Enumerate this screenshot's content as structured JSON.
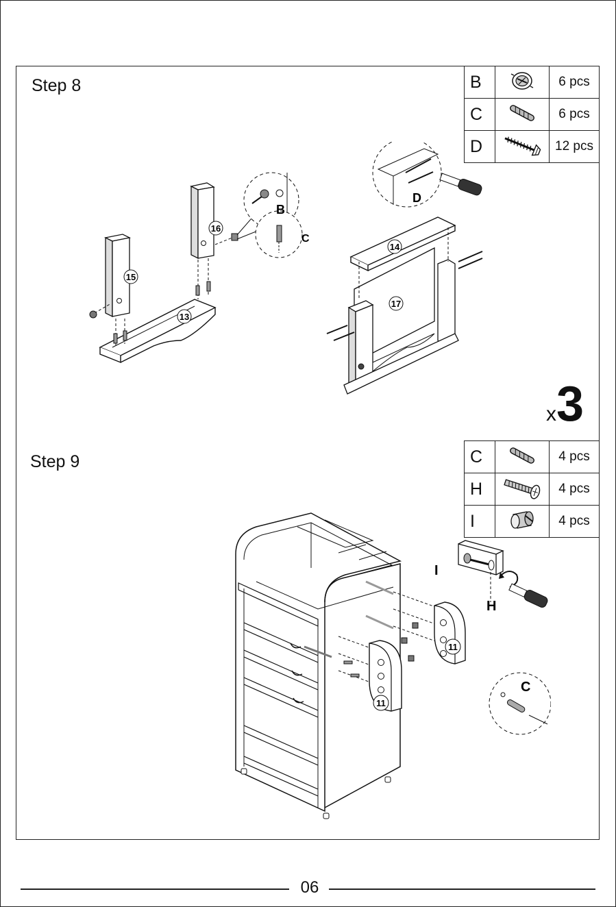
{
  "step8": {
    "title": "Step 8",
    "parts": [
      {
        "letter": "B",
        "icon": "cam-lock-icon",
        "qty": "6 pcs"
      },
      {
        "letter": "C",
        "icon": "wood-dowel-icon",
        "qty": "6 pcs"
      },
      {
        "letter": "D",
        "icon": "wood-screw-icon",
        "qty": "12 pcs"
      }
    ],
    "multiplier_prefix": "x",
    "multiplier_value": "3",
    "labels": {
      "p13": "13",
      "p14": "14",
      "p15": "15",
      "p16": "16",
      "p17": "17",
      "callout_b": "B",
      "callout_c": "C",
      "callout_d": "D"
    }
  },
  "step9": {
    "title": "Step 9",
    "parts": [
      {
        "letter": "C",
        "icon": "wood-dowel-icon",
        "qty": "4 pcs"
      },
      {
        "letter": "H",
        "icon": "machine-screw-icon",
        "qty": "4 pcs"
      },
      {
        "letter": "I",
        "icon": "barrel-nut-icon",
        "qty": "4 pcs"
      }
    ],
    "labels": {
      "p11a": "11",
      "p11b": "11",
      "callout_i": "I",
      "callout_h": "H",
      "callout_c": "C"
    }
  },
  "footer": {
    "page_number": "06"
  }
}
